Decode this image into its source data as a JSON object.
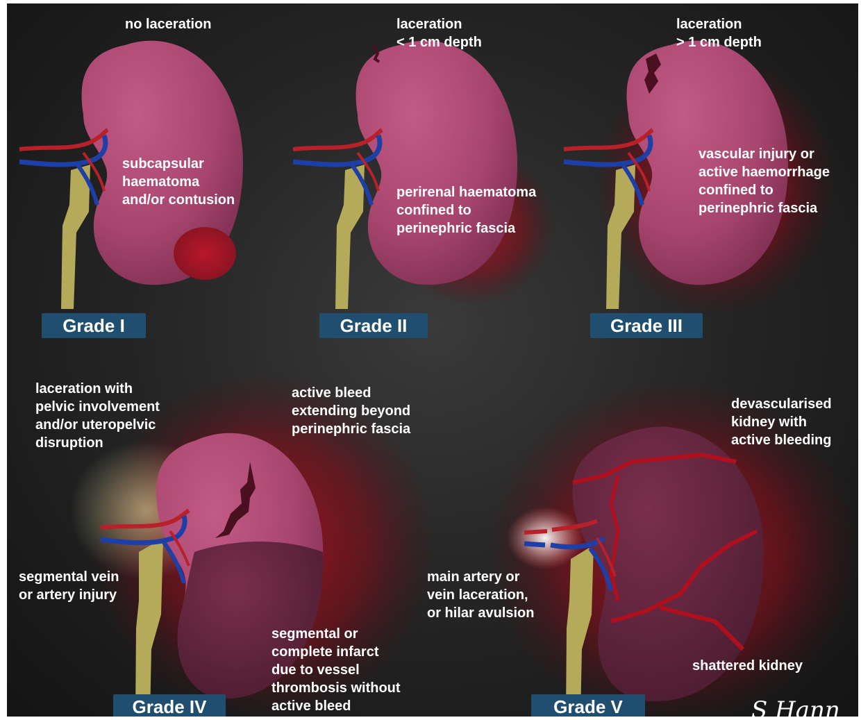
{
  "grades": [
    {
      "label": "Grade I",
      "top_note": [
        "no laceration"
      ],
      "notes": [
        [
          "subcapsular",
          "haematoma",
          "and/or contusion"
        ]
      ]
    },
    {
      "label": "Grade II",
      "top_note": [
        "laceration",
        "< 1 cm depth"
      ],
      "notes": [
        [
          "perirenal haematoma",
          "confined to",
          "perinephric fascia"
        ]
      ]
    },
    {
      "label": "Grade III",
      "top_note": [
        "laceration",
        "> 1 cm depth"
      ],
      "notes": [
        [
          "vascular injury or",
          "active haemorrhage",
          "confined to",
          "perinephric fascia"
        ]
      ]
    },
    {
      "label": "Grade IV",
      "notes": [
        [
          "laceration with",
          "pelvic involvement",
          "and/or uteropelvic",
          "disruption"
        ],
        [
          "active bleed",
          "extending beyond",
          "perinephric fascia"
        ],
        [
          "segmental vein",
          "or artery injury"
        ],
        [
          "segmental or",
          "complete infarct",
          "due to vessel",
          "thrombosis without",
          "active bleed"
        ]
      ]
    },
    {
      "label": "Grade V",
      "notes": [
        [
          "devascularised",
          "kidney with",
          "active bleeding"
        ],
        [
          "main artery or",
          "vein laceration,",
          "or hilar avulsion"
        ],
        [
          "shattered kidney"
        ]
      ]
    }
  ],
  "signature": "S Hann",
  "colors": {
    "kidney": "#a8466e",
    "kidney_highlight": "#c25a86",
    "blood": "#b0101e",
    "ureter": "#b5a95a",
    "artery": "#b8202a",
    "vein": "#1e3fa8",
    "badge": "#1f4e6e"
  }
}
